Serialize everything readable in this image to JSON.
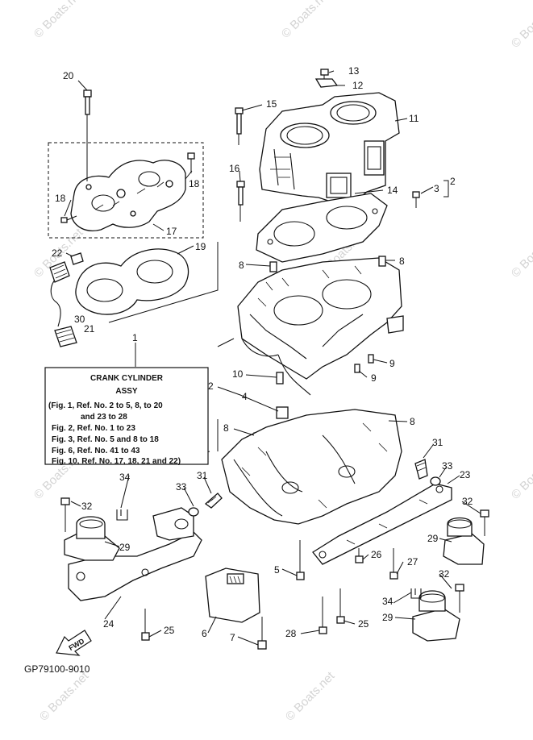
{
  "watermarks": [
    "© Boats.net",
    "© Boats.net",
    "© Boats.net",
    "© Boats.net",
    "© Boats.net",
    "© Boats.net",
    "© Boats.net",
    "© Boats.net",
    "© Boats.net"
  ],
  "callouts": [
    {
      "id": "c20",
      "text": "20"
    },
    {
      "id": "c13",
      "text": "13"
    },
    {
      "id": "c12",
      "text": "12"
    },
    {
      "id": "c15",
      "text": "15"
    },
    {
      "id": "c11",
      "text": "11"
    },
    {
      "id": "c18a",
      "text": "18"
    },
    {
      "id": "c16",
      "text": "16"
    },
    {
      "id": "c14",
      "text": "14"
    },
    {
      "id": "c3",
      "text": "3"
    },
    {
      "id": "c2a",
      "text": "2"
    },
    {
      "id": "c18b",
      "text": "18"
    },
    {
      "id": "c17",
      "text": "17"
    },
    {
      "id": "c19",
      "text": "19"
    },
    {
      "id": "c22",
      "text": "22"
    },
    {
      "id": "c8a",
      "text": "8"
    },
    {
      "id": "c8b",
      "text": "8"
    },
    {
      "id": "c30",
      "text": "30"
    },
    {
      "id": "c21",
      "text": "21"
    },
    {
      "id": "c1",
      "text": "1"
    },
    {
      "id": "c9a",
      "text": "9"
    },
    {
      "id": "c9b",
      "text": "9"
    },
    {
      "id": "c10",
      "text": "10"
    },
    {
      "id": "c2b",
      "text": "2"
    },
    {
      "id": "c4",
      "text": "4"
    },
    {
      "id": "c8c",
      "text": "8"
    },
    {
      "id": "c8d",
      "text": "8"
    },
    {
      "id": "c31a",
      "text": "31"
    },
    {
      "id": "c33a",
      "text": "33"
    },
    {
      "id": "c23",
      "text": "23"
    },
    {
      "id": "c34a",
      "text": "34"
    },
    {
      "id": "c33b",
      "text": "33"
    },
    {
      "id": "c31b",
      "text": "31"
    },
    {
      "id": "c32a",
      "text": "32"
    },
    {
      "id": "c32b",
      "text": "32"
    },
    {
      "id": "c29a",
      "text": "29"
    },
    {
      "id": "c29b",
      "text": "29"
    },
    {
      "id": "c26",
      "text": "26"
    },
    {
      "id": "c27",
      "text": "27"
    },
    {
      "id": "c5",
      "text": "5"
    },
    {
      "id": "c24",
      "text": "24"
    },
    {
      "id": "c25a",
      "text": "25"
    },
    {
      "id": "c6",
      "text": "6"
    },
    {
      "id": "c7",
      "text": "7"
    },
    {
      "id": "c28",
      "text": "28"
    },
    {
      "id": "c25b",
      "text": "25"
    },
    {
      "id": "c34b",
      "text": "34"
    },
    {
      "id": "c32c",
      "text": "32"
    },
    {
      "id": "c29c",
      "text": "29"
    }
  ],
  "crank_box": {
    "title_line1": "CRANK  CYLINDER",
    "title_line2": "ASSY",
    "lines": [
      "(Fig. 1, Ref. No. 2 to 5, 8, to 20",
      "and 23 to 28",
      "Fig. 2, Ref. No. 1 to 23",
      "Fig. 3, Ref. No. 5 and 8 to 18",
      "Fig. 6, Ref. No. 41 to 43",
      "Fig. 10, Ref. No. 17, 18, 21 and 22)"
    ]
  },
  "fwd_label": "FWD",
  "diagram_code": "GP79100-9010"
}
